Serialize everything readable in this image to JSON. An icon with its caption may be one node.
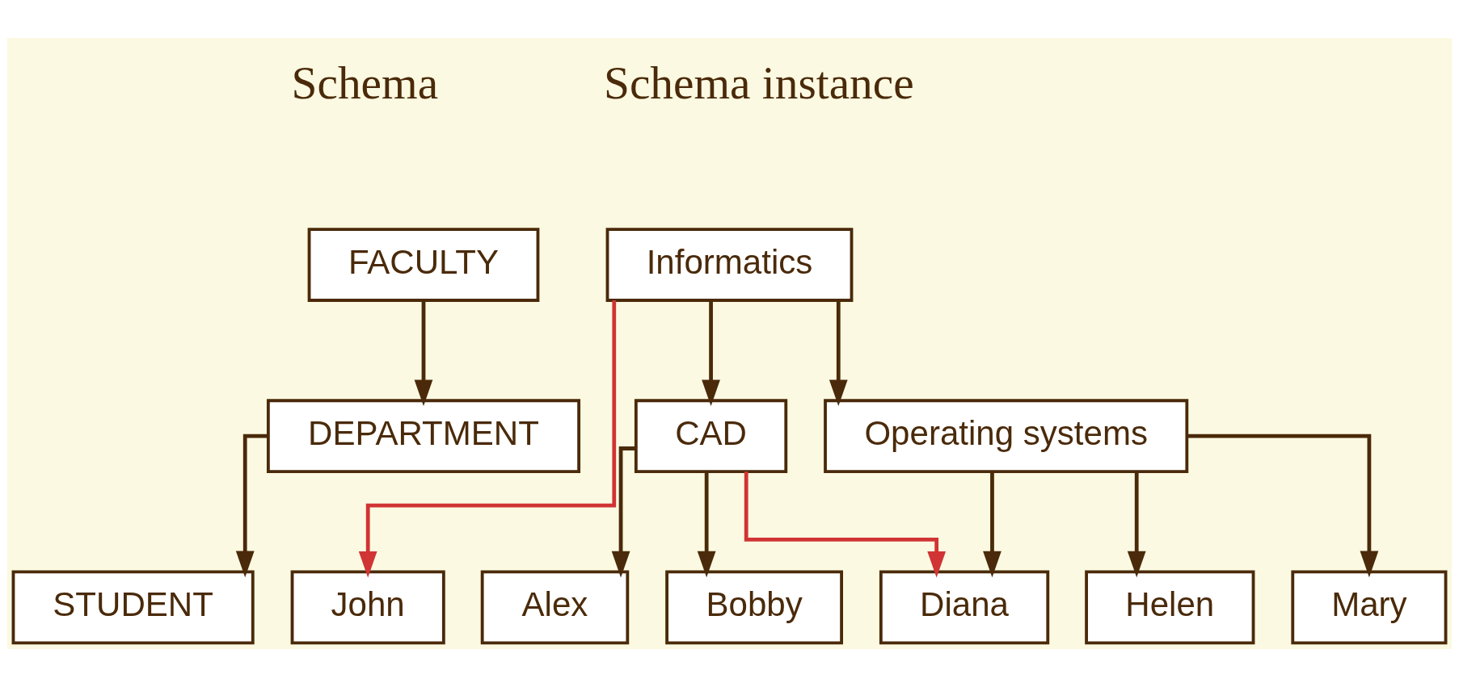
{
  "diagram": {
    "nodes": [
      {
        "text": [
          "FACULTY"
        ]
      },
      {
        "text": [
          "DEPARTMENT"
        ]
      },
      {
        "text": [
          "STUDENT"
        ]
      },
      {
        "text": [
          "Informatics"
        ]
      },
      {
        "text": [
          "CAD"
        ]
      },
      {
        "text": [
          "Operating systems"
        ]
      },
      {
        "text": [
          "John"
        ]
      },
      {
        "text": [
          "Alex"
        ]
      },
      {
        "text": [
          "Bobby"
        ]
      },
      {
        "text": [
          "Diana"
        ]
      },
      {
        "text": [
          "Helen"
        ]
      },
      {
        "text": [
          "Mary"
        ]
      }
    ],
    "edges": [
      {
        "from": 0,
        "to": 1,
        "arrow": "to"
      },
      {
        "from": 1,
        "to": 2,
        "arrow": "to"
      },
      {
        "from": 3,
        "to": 4,
        "arrow": "to"
      },
      {
        "from": 3,
        "to": 5,
        "arrow": "to"
      },
      {
        "from": 3,
        "to": 6,
        "arrow": "to",
        "color": "#d03434"
      },
      {
        "from": 4,
        "to": 7,
        "arrow": "to"
      },
      {
        "from": 4,
        "to": 8,
        "arrow": "to"
      },
      {
        "from": 4,
        "to": 9,
        "arrow": "to",
        "color": "#d03434"
      },
      {
        "from": 5,
        "to": 9,
        "arrow": "to"
      },
      {
        "from": 5,
        "to": 10,
        "arrow": "to"
      },
      {
        "from": 5,
        "to": 11,
        "arrow": "to"
      }
    ],
    "labels": [
      "Schema",
      "Schema instance"
    ]
  }
}
